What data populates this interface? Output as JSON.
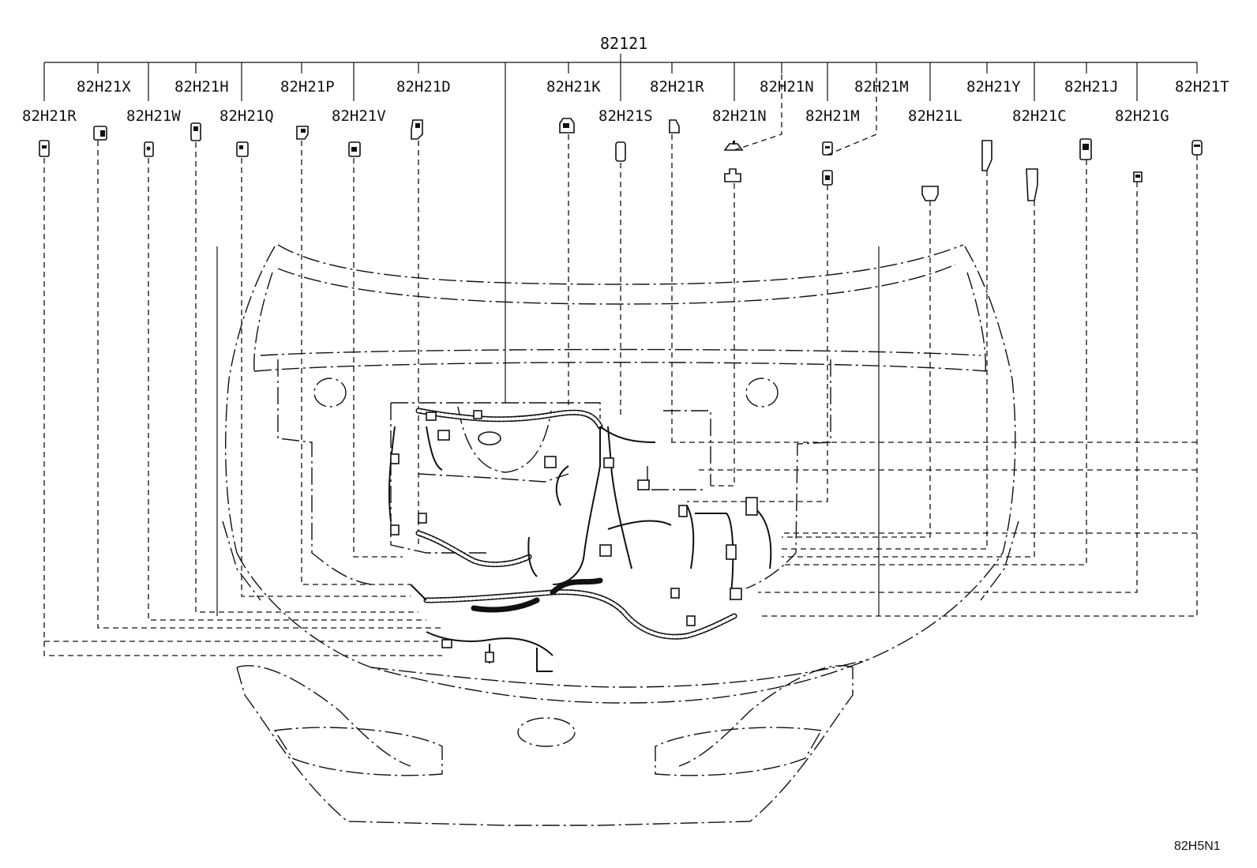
{
  "main_part": "82121",
  "diagram_code": "82H5N1",
  "labels": {
    "r_left": "82H21R",
    "x": "82H21X",
    "w": "82H21W",
    "h": "82H21H",
    "q": "82H21Q",
    "p": "82H21P",
    "v": "82H21V",
    "d": "82H21D",
    "k": "82H21K",
    "s": "82H21S",
    "r_right": "82H21R",
    "n_top": "82H21N",
    "n_low": "82H21N",
    "m_top": "82H21M",
    "m_low": "82H21M",
    "l": "82H21L",
    "y": "82H21Y",
    "c": "82H21C",
    "j": "82H21J",
    "g": "82H21G",
    "t": "82H21T"
  }
}
